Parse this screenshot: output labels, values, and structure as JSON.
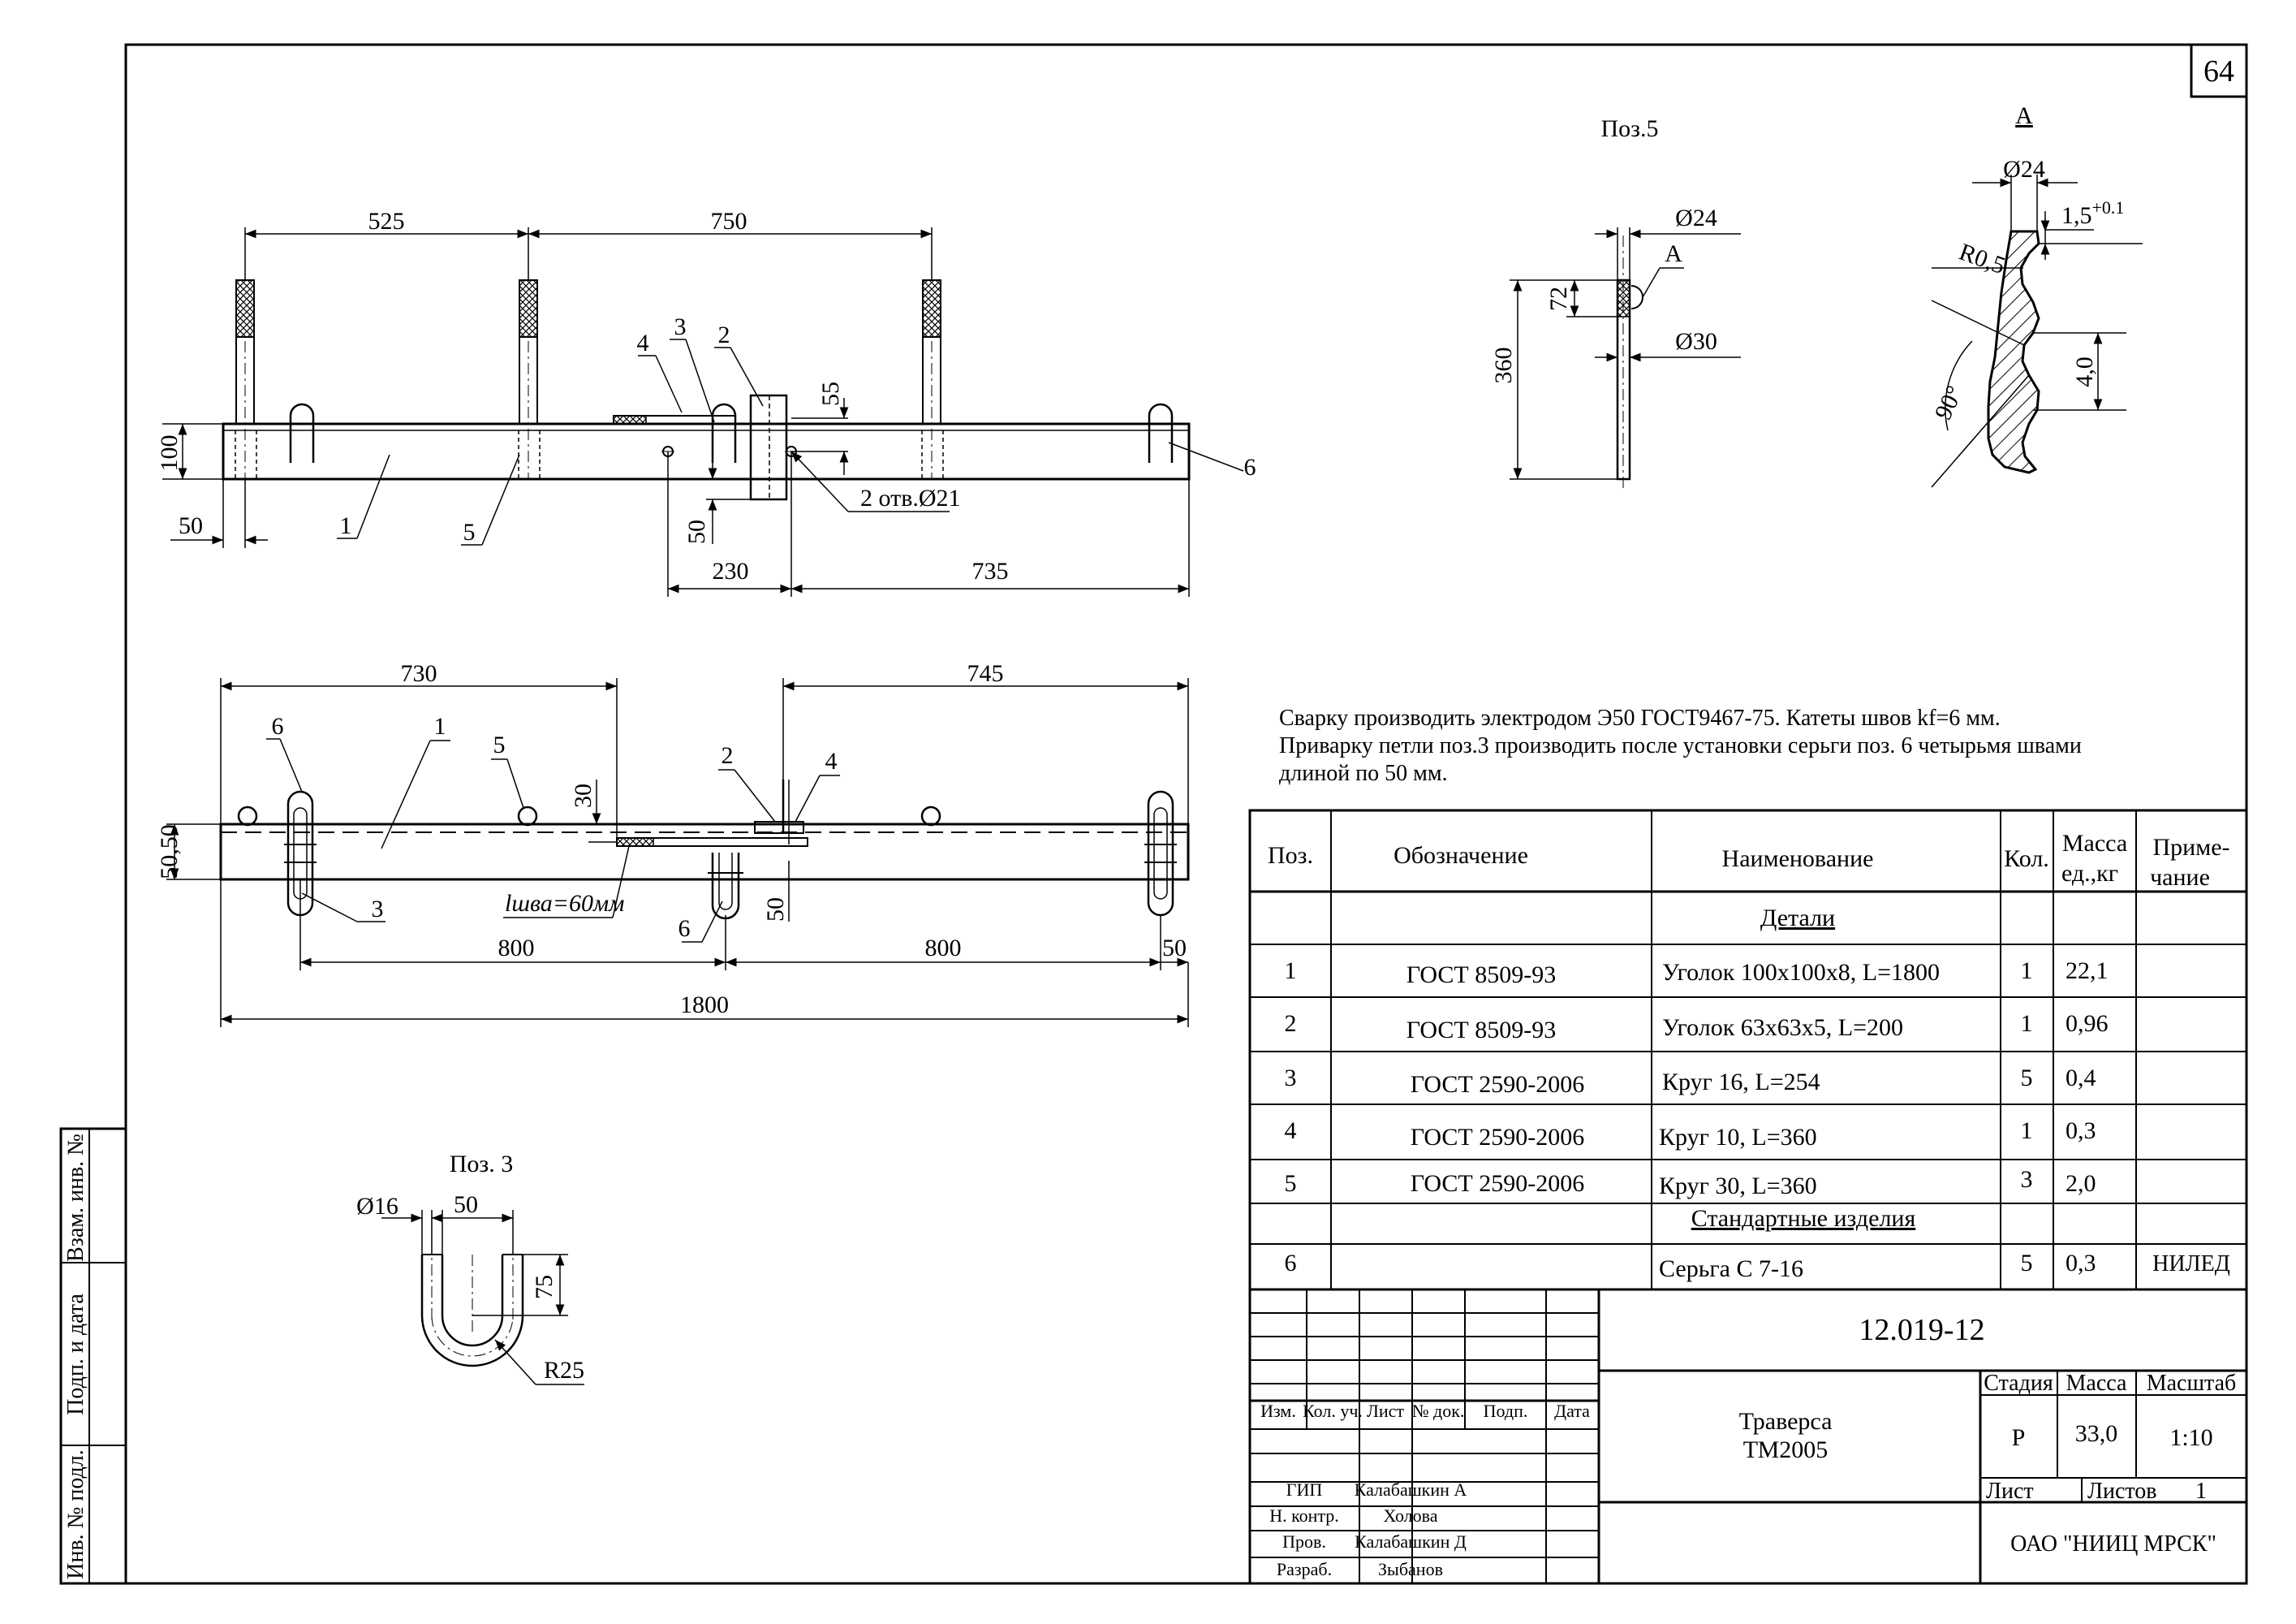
{
  "sheet_number": "64",
  "view_front": {
    "dims": {
      "d525": "525",
      "d750": "750",
      "d100": "100",
      "d50": "50",
      "d55": "55",
      "d50b": "50",
      "d230": "230",
      "d735": "735",
      "holes": "2 отв.Ø21"
    },
    "callouts": {
      "c1": "1",
      "c2": "2",
      "c3": "3",
      "c4": "4",
      "c5": "5",
      "c6": "6"
    }
  },
  "view_top": {
    "dims": {
      "d730": "730",
      "d745": "745",
      "d30": "30",
      "d5050": "50,50",
      "d800a": "800",
      "d800b": "800",
      "d50": "50",
      "d50v": "50",
      "d1800": "1800"
    },
    "weld_label": "lшва=60мм",
    "callouts": {
      "c1": "1",
      "c2": "2",
      "c3": "3",
      "c4": "4",
      "c5": "5",
      "c6a": "6",
      "c6b": "6"
    }
  },
  "pos5": {
    "title": "Поз.5",
    "d24": "Ø24",
    "d30": "Ø30",
    "d72": "72",
    "d360": "360",
    "mark": "A"
  },
  "section_a": {
    "title": "A",
    "d24": "Ø24",
    "r05": "R0,5",
    "tol": "1,5",
    "tol_sup": "+0.1",
    "ang": "90°",
    "d40": "4,0"
  },
  "pos3": {
    "title": "Поз. 3",
    "d16": "Ø16",
    "d50": "50",
    "d75": "75",
    "r25": "R25"
  },
  "notes": [
    "Сварку производить электродом Э50 ГОСТ9467-75. Катеты швов kf=6 мм.",
    "Приварку петли поз.3 производить после установки серьги поз. 6 четырьмя швами",
    "длиной по 50 мм."
  ],
  "spec": {
    "headers": {
      "pos": "Поз.",
      "designation": "Обозначение",
      "name": "Наименование",
      "qty": "Кол.",
      "mass1": "Масса",
      "mass2": "ед.,кг",
      "note1": "Приме-",
      "note2": "чание"
    },
    "section_details": "Детали",
    "section_standard": "Стандартные изделия",
    "rows": [
      {
        "pos": "1",
        "designation": "ГОСТ 8509-93",
        "name": "Уголок 100x100x8, L=1800",
        "qty": "1",
        "mass": "22,1",
        "note": ""
      },
      {
        "pos": "2",
        "designation": "ГОСТ 8509-93",
        "name": "Уголок 63x63x5, L=200",
        "qty": "1",
        "mass": "0,96",
        "note": ""
      },
      {
        "pos": "3",
        "designation": "ГОСТ 2590-2006",
        "name": "Круг 16, L=254",
        "qty": "5",
        "mass": "0,4",
        "note": ""
      },
      {
        "pos": "4",
        "designation": "ГОСТ 2590-2006",
        "name": "Круг 10,  L=360",
        "qty": "1",
        "mass": "0,3",
        "note": ""
      },
      {
        "pos": "5",
        "designation": "ГОСТ 2590-2006",
        "name": "Круг 30, L=360",
        "qty": "3",
        "mass": "2,0",
        "note": ""
      }
    ],
    "standard_row": {
      "pos": "6",
      "designation": "",
      "name": "Серьга С 7-16",
      "qty": "5",
      "mass": "0,3",
      "note": "НИЛЕД"
    }
  },
  "title_block": {
    "doc_number": "12.019-12",
    "name_line1": "Траверса",
    "name_line2": "ТМ2005",
    "stage_label": "Стадия",
    "mass_label": "Масса",
    "scale_label": "Масштаб",
    "stage": "Р",
    "mass": "33,0",
    "scale": "1:10",
    "sheet_label": "Лист",
    "sheets_label": "Листов",
    "sheets": "1",
    "org": "ОАО \"НИИЦ МРСК\"",
    "col_headers": [
      "Изм.",
      "Кол. уч.",
      "Лист",
      "№ док.",
      "Подп.",
      "Дата"
    ],
    "signers": [
      {
        "role": "ГИП",
        "name": "Калабашкин А"
      },
      {
        "role": "Н. контр.",
        "name": "Холова"
      },
      {
        "role": "Пров.",
        "name": "Калабашкин Д"
      },
      {
        "role": "Разраб.",
        "name": "Зыбанов"
      }
    ]
  },
  "side_stamp": [
    "Взам. инв. №",
    "Подп. и дата",
    "Инв. № подл."
  ]
}
